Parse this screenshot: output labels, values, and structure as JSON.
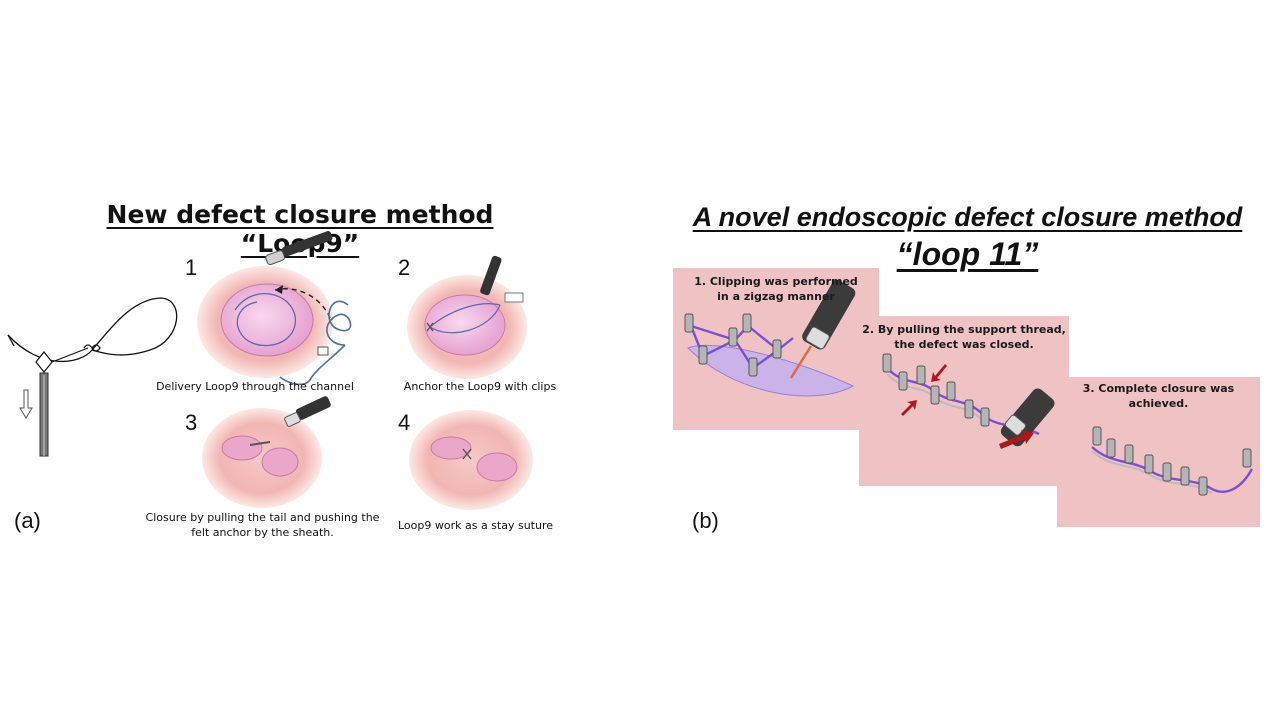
{
  "panel_a": {
    "title": "New defect closure method “Loop9”",
    "label": "(a)",
    "steps": [
      {
        "number": "1",
        "caption": "Delivery Loop9 through the channel"
      },
      {
        "number": "2",
        "caption": "Anchor the Loop9 with clips"
      },
      {
        "number": "3",
        "caption": "Closure by pulling the tail and pushing the felt anchor by the sheath."
      },
      {
        "number": "4",
        "caption": "Loop9 work as a stay suture"
      }
    ]
  },
  "panel_b": {
    "title_line1": "A novel endoscopic defect closure method",
    "title_line2": "“loop 11”",
    "label": "(b)",
    "steps": [
      {
        "caption_line1": "1. Clipping was performed",
        "caption_line2": "in a zigzag manner"
      },
      {
        "caption_line1": "2. By pulling the support thread,",
        "caption_line2": "the defect was closed."
      },
      {
        "caption_line1": "3. Complete closure was",
        "caption_line2": "achieved."
      }
    ]
  },
  "colors": {
    "tissue_pink": "#f2c6c8",
    "defect_pink": "#eaa7c9",
    "thread_purple": "#7a4fd6",
    "background_pink": "#efc3c4",
    "arrow_red": "#b01818"
  }
}
